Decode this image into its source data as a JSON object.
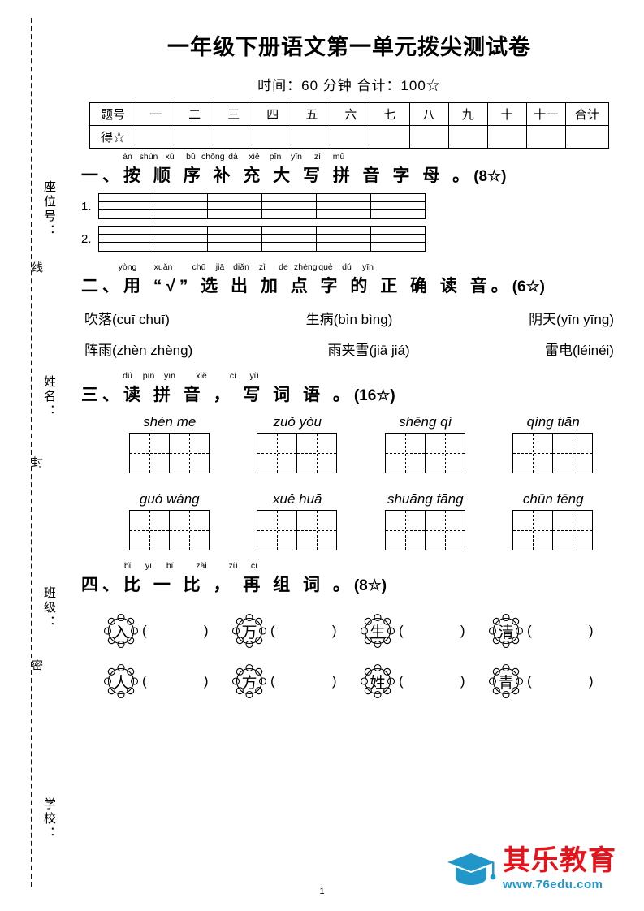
{
  "document": {
    "title": "一年级下册语文第一单元拨尖测试卷",
    "subtitle": "时间：60 分钟    合计：100☆",
    "page_number": "1"
  },
  "left_margin": {
    "labels": [
      "座位号：",
      "姓名：",
      "班级：",
      "学校："
    ],
    "seal_words": [
      "线",
      "封",
      "密"
    ]
  },
  "score_table": {
    "row1_label": "题号",
    "row2_label": "得☆",
    "columns": [
      "一",
      "二",
      "三",
      "四",
      "五",
      "六",
      "七",
      "八",
      "九",
      "十",
      "十一",
      "合计"
    ]
  },
  "sections": [
    {
      "id": "s1",
      "number": "一、",
      "heading": "按 顺 序 补 充 大 写 拼 音 字 母 。",
      "points": "(8☆)",
      "ruby": [
        "àn",
        "shùn",
        "xù",
        "bǔ",
        "chōng",
        "dà",
        "xiě",
        "pīn",
        "yīn",
        "zì",
        "mǔ"
      ],
      "rows": [
        {
          "num": "1.",
          "boxes": 6
        },
        {
          "num": "2.",
          "boxes": 6
        }
      ]
    },
    {
      "id": "s2",
      "number": "二、",
      "heading": "用 “√” 选 出 加 点 字 的 正 确 读 音。",
      "points": "(6☆)",
      "ruby": [
        "yòng",
        "xuǎn",
        "chū",
        "jiā",
        "diǎn",
        "zì",
        "de",
        "zhèng",
        "què",
        "dú",
        "yīn"
      ],
      "lines": [
        [
          "吹落(cuī chuī)",
          "生病(bìn bìng)",
          "阴天(yīn yīng)"
        ],
        [
          "阵雨(zhèn zhèng)",
          "雨夹雪(jiā jiá)",
          "雷电(léinéi)"
        ]
      ]
    },
    {
      "id": "s3",
      "number": "三、",
      "heading": "读 拼 音 ， 写 词 语 。",
      "points": "(16☆)",
      "ruby": [
        "dú",
        "pīn",
        "yīn",
        "xiě",
        "cí",
        "yǔ"
      ],
      "word_rows": [
        [
          "shén me",
          "zuǒ yòu",
          "shēng qì",
          "qíng tiān"
        ],
        [
          "guó wáng",
          "xuě huā",
          "shuāng fāng",
          "chūn fēng"
        ]
      ]
    },
    {
      "id": "s4",
      "number": "四、",
      "heading": "比 一 比 ， 再 组 词 。",
      "points": "(8☆)",
      "ruby": [
        "bǐ",
        "yī",
        "bǐ",
        "zài",
        "zǔ",
        "cí"
      ],
      "char_rows": [
        [
          "入",
          "万",
          "生",
          "清"
        ],
        [
          "人",
          "方",
          "姓",
          "青"
        ]
      ]
    }
  ],
  "watermark": {
    "brand": "其乐教育",
    "url": "www.76edu.com",
    "brand_color": "#e8131a",
    "url_color": "#2196c8",
    "cap_color": "#2196c8"
  }
}
